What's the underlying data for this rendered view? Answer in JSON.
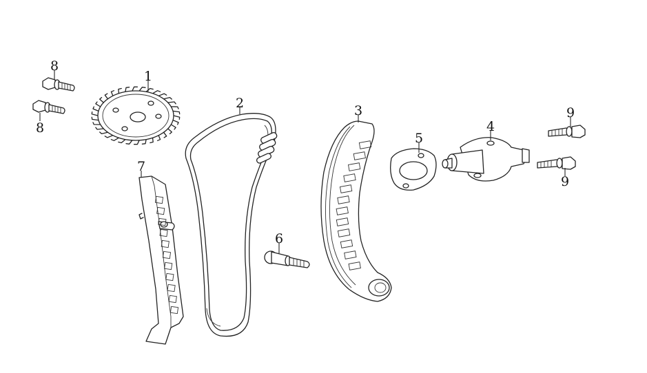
{
  "callouts": [
    {
      "id": "c1",
      "text": "1"
    },
    {
      "id": "c2",
      "text": "2"
    },
    {
      "id": "c3",
      "text": "3"
    },
    {
      "id": "c4",
      "text": "4"
    },
    {
      "id": "c5",
      "text": "5"
    },
    {
      "id": "c6",
      "text": "6"
    },
    {
      "id": "c7",
      "text": "7"
    },
    {
      "id": "c8a",
      "text": "8"
    },
    {
      "id": "c8b",
      "text": "8"
    },
    {
      "id": "c9a",
      "text": "9"
    },
    {
      "id": "c9b",
      "text": "9"
    }
  ]
}
